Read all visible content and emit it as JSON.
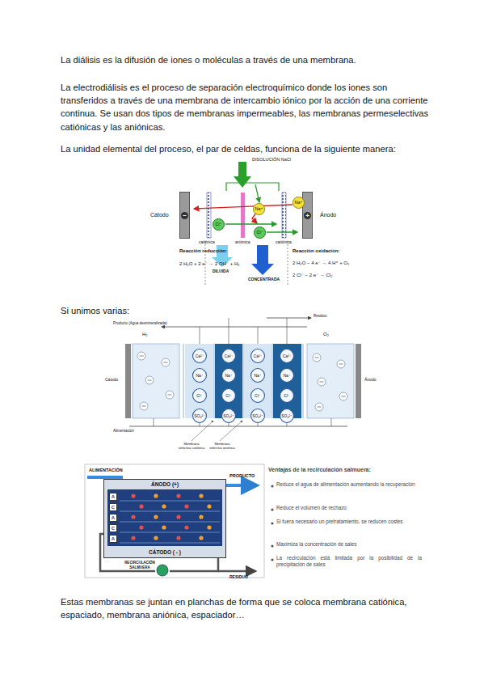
{
  "diagram": {
    "nodes": [
      {
        "text": [
          "−"
        ]
      },
      {
        "text": [
          "+"
        ]
      },
      {
        "text": [
          "Na⁺"
        ]
      },
      {
        "text": [
          "Na⁺"
        ]
      },
      {
        "text": [
          "Cl⁻"
        ]
      },
      {
        "text": [
          "Cl⁻"
        ]
      },
      {
        "text": [
          "Ca²⁺"
        ]
      },
      {
        "text": [
          "Ca²⁺"
        ]
      },
      {
        "text": [
          "Ca²⁺"
        ]
      },
      {
        "text": [
          "Ca²⁺"
        ]
      },
      {
        "text": [
          "Na⁺"
        ]
      },
      {
        "text": [
          "Na⁺"
        ]
      },
      {
        "text": [
          "Na⁺"
        ]
      },
      {
        "text": [
          "Na⁺"
        ]
      },
      {
        "text": [
          "Cl⁻"
        ]
      },
      {
        "text": [
          "Cl⁻"
        ]
      },
      {
        "text": [
          "Cl⁻"
        ]
      },
      {
        "text": [
          "Cl⁻"
        ]
      },
      {
        "text": [
          "SO₄²⁻"
        ]
      },
      {
        "text": [
          "SO₄²⁻"
        ]
      },
      {
        "text": [
          "SO₄²⁻"
        ]
      },
      {
        "text": [
          "SO₄²⁻"
        ]
      },
      {
        "text": [
          "ÁNODO (+)",
          "CÁTODO ( - )"
        ]
      },
      {
        "text": [
          "A"
        ],
        "in": 22
      },
      {
        "text": [
          "C"
        ],
        "in": 22
      },
      {
        "text": [
          "A"
        ],
        "in": 22
      },
      {
        "text": [
          "C"
        ],
        "in": 22
      },
      {
        "text": [
          "A"
        ],
        "in": 22
      }
    ],
    "labels": [
      "La diálisis es la difusión de iones o moléculas a través de una membrana.",
      "La electrodiálisis es el proceso de separación electroquímico donde los iones son transferidos a través de una membrana de intercambio iónico por la acción de una corriente continua. Se usan dos tipos de membranas impermeables, las membranas permeselectivas catiónicas y las aniónicas.",
      "La unidad elemental del proceso, el par de celdas, funciona de la siguiente manera:",
      "DISOLUCIÓN NaCl",
      "Cátodo",
      "Ánodo",
      "catiónica",
      "aniónica",
      "catiónica",
      "Reacción reducción:",
      "2 H₂O + 2 e⁻ → 2 OH⁻ + H₂",
      "DILUIDA",
      "CONCENTRADA",
      "Reacción oxidación:",
      "2 H₂O − 4 e⁻ → 4 H⁺ + O₂",
      "2 Cl⁻ − 2 e⁻ → Cl₂",
      "Si unimos varias:",
      "Producto (Agua desmineralizada)",
      "Residuo",
      "H₂",
      "O₂",
      "Cátodo",
      "Ánodo",
      "Alimentación",
      "Membrana selectiva catiónica",
      "Membrana selectiva aniónica",
      "ALIMENTACIÓN",
      "PRODUCTO",
      "RECIRCULACIÓN SALMUERA",
      "RESIDUO",
      "Ventajas de la recirculación salmuera:",
      "Reduce el agua de alimentación aumentando la recuperación",
      "Reduce el volumen de rechazo",
      "Si fuera necesario un pretratamiento, se reducen costes",
      "Maximiza la concentración de sales",
      "La recirculación está limitada por la posibilidad de la precipitación de sales",
      "Estas membranas se juntan en planchas de forma que se coloca membrana catiónica, espaciado, membrana aniónica, espaciador…"
    ]
  }
}
